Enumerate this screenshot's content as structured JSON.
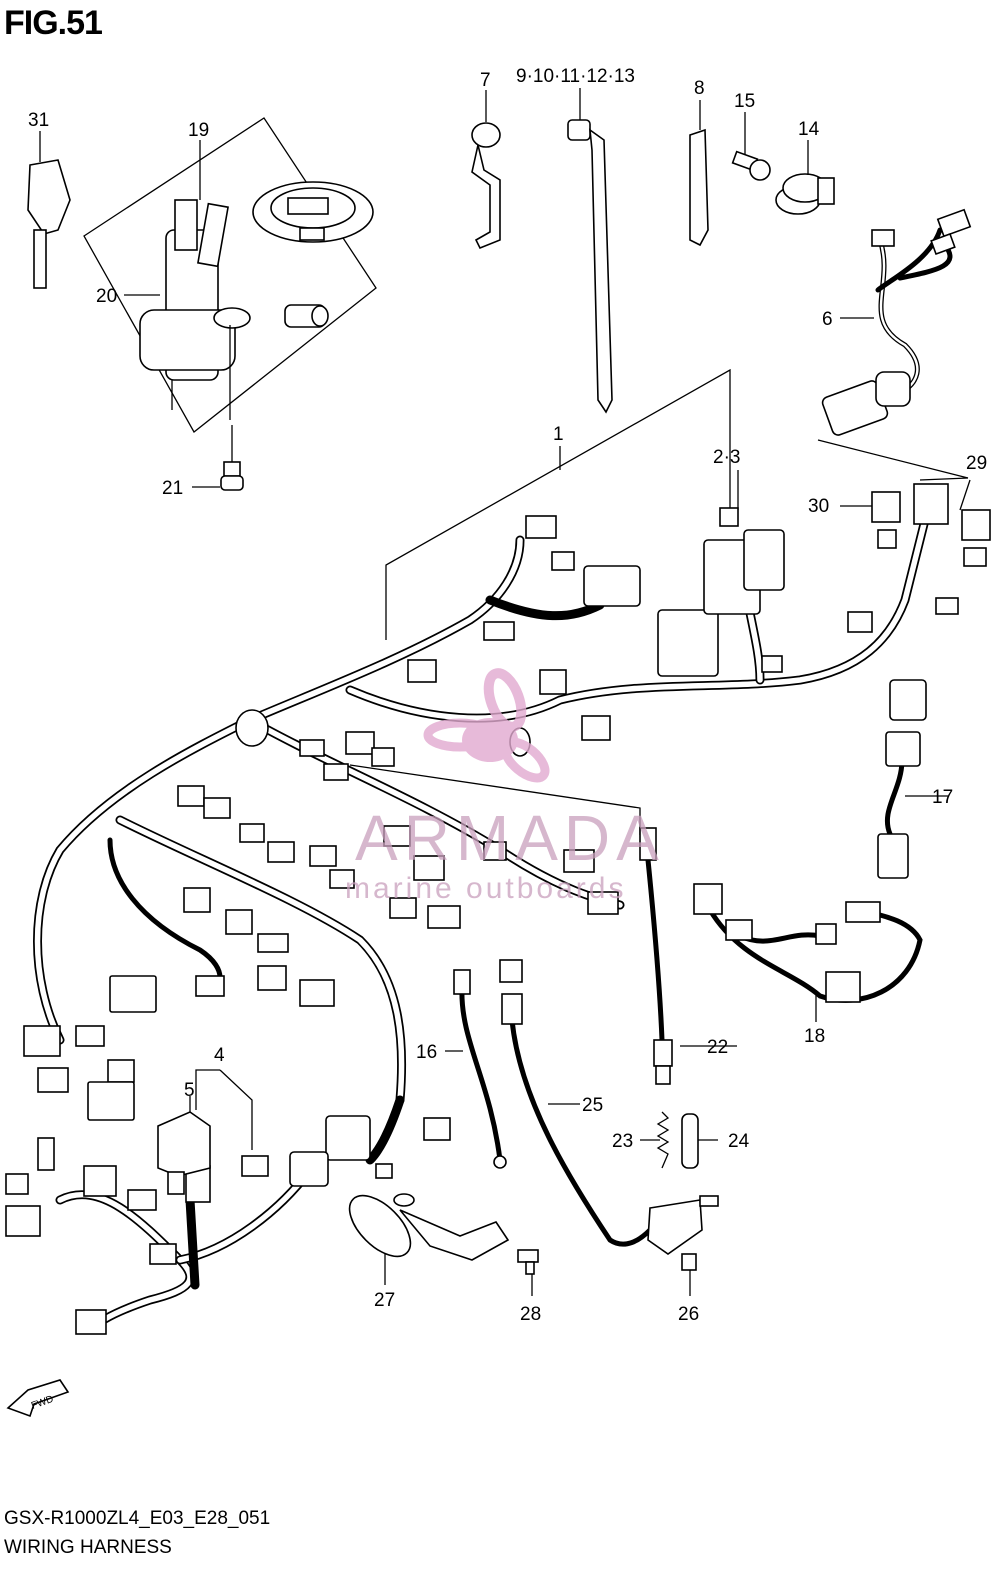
{
  "figure": {
    "title": "FIG.51",
    "code": "GSX-R1000ZL4_E03_E28_051",
    "name": "WIRING HARNESS"
  },
  "callouts": {
    "c1": "1",
    "c2_3": "2·3",
    "c4": "4",
    "c5": "5",
    "c6": "6",
    "c7": "7",
    "c8": "8",
    "c9_13": "9·10·11·12·13",
    "c14": "14",
    "c15": "15",
    "c16": "16",
    "c17": "17",
    "c18": "18",
    "c19": "19",
    "c20": "20",
    "c21": "21",
    "c22": "22",
    "c23": "23",
    "c24": "24",
    "c25": "25",
    "c26": "26",
    "c27": "27",
    "c28": "28",
    "c29": "29",
    "c30": "30",
    "c31": "31"
  },
  "direction_badge": "FWD",
  "watermark": {
    "brand": "ARMADA",
    "tagline": "marine outboards",
    "color": "#c9a0bd"
  }
}
